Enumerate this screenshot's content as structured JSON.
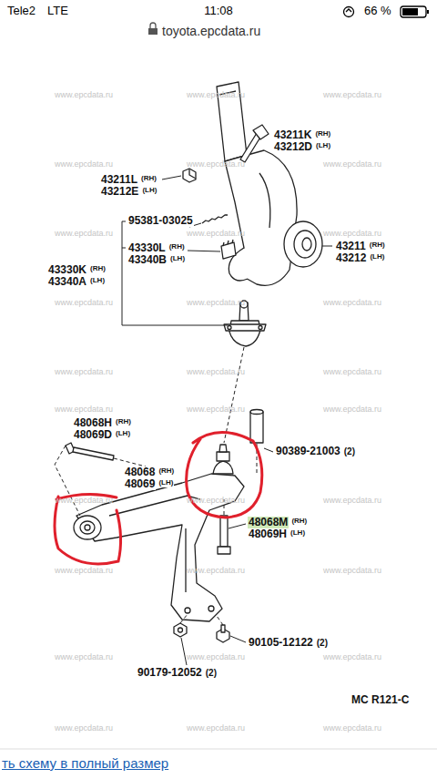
{
  "diagram": {
    "labels": [
      "Tele2",
      "LTE",
      "11:08",
      "66 %",
      "toyota.epcdata.ru",
      "43211K",
      "(RH)",
      "43212D",
      "(LH)",
      "43211L",
      "(RH)",
      "43212E",
      "(LH)",
      "95381-03025",
      "43330L",
      "(RH)",
      "43340B",
      "(LH)",
      "43330K",
      "(RH)",
      "43340A",
      "(LH)",
      "43211",
      "(RH)",
      "43212",
      "(LH)",
      "48068H",
      "(RH)",
      "48069D",
      "(LH)",
      "48068",
      "(RH)",
      "48069",
      "(LH)",
      "90389-21003",
      "(2)",
      "48068M",
      "(RH)",
      "48069H",
      "(LH)",
      "90105-12122",
      "(2)",
      "90179-12052",
      "(2)",
      "MC R121-C",
      "ть схему в полный размер",
      "www.epcdata.ru",
      "www.epcdata.ru",
      "www.epcdata.ru",
      "www.epcdata.ru",
      "www.epcdata.ru",
      "www.epcdata.ru",
      "www.epcdata.ru",
      "www.epcdata.ru",
      "www.epcdata.ru",
      "www.epcdata.ru",
      "www.epcdata.ru",
      "www.epcdata.ru",
      "www.epcdata.ru",
      "www.epcdata.ru",
      "www.epcdata.ru",
      "www.epcdata.ru",
      "www.epcdata.ru",
      "www.epcdata.ru",
      "www.epcdata.ru",
      "www.epcdata.ru",
      "www.epcdata.ru",
      "www.epcdata.ru",
      "www.epcdata.ru",
      "www.epcdata.ru",
      "www.epcdata.ru",
      "www.epcdata.ru",
      "www.epcdata.ru",
      "www.epcdata.ru",
      "www.epcdata.ru",
      "www.epcdata.ru"
    ]
  }
}
